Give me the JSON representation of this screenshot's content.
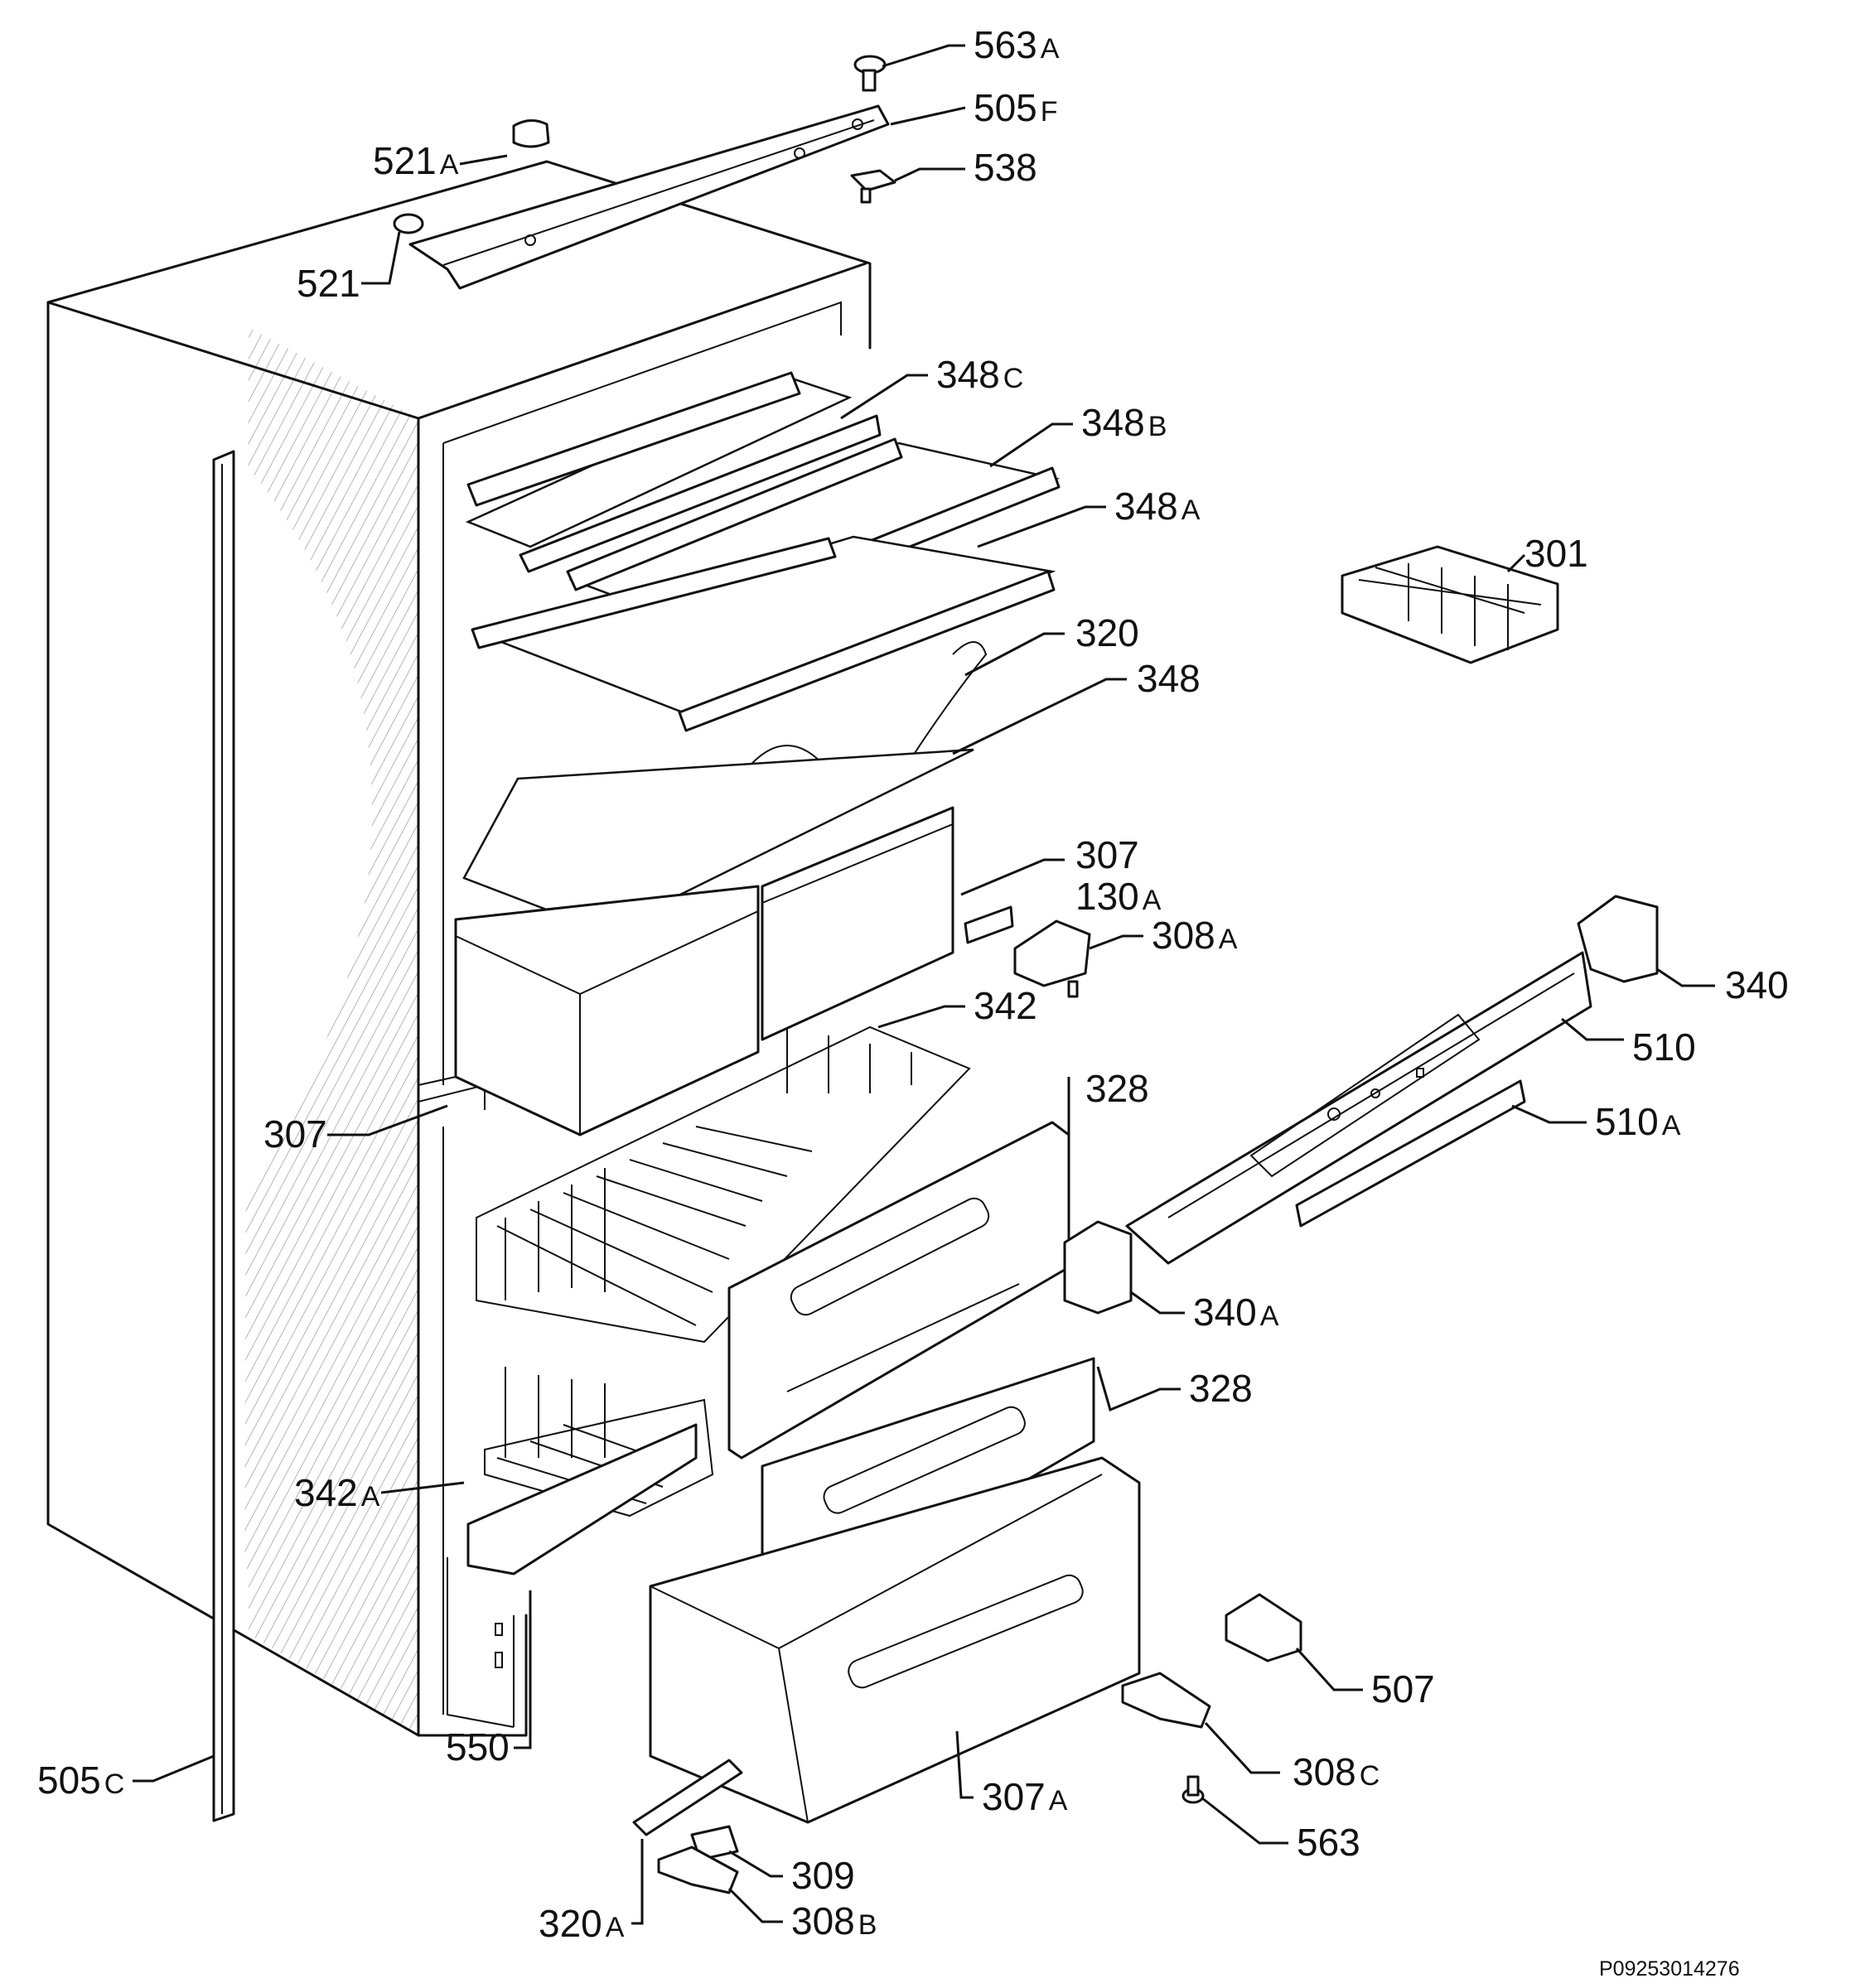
{
  "figure": {
    "reference_code": "P09253014276"
  },
  "callouts": [
    {
      "id": "563A",
      "number": "563",
      "suffix": "A"
    },
    {
      "id": "505F",
      "number": "505",
      "suffix": "F"
    },
    {
      "id": "521A",
      "number": "521",
      "suffix": "A"
    },
    {
      "id": "538",
      "number": "538",
      "suffix": ""
    },
    {
      "id": "521",
      "number": "521",
      "suffix": ""
    },
    {
      "id": "348C",
      "number": "348",
      "suffix": "C"
    },
    {
      "id": "348B",
      "number": "348",
      "suffix": "B"
    },
    {
      "id": "348A",
      "number": "348",
      "suffix": "A"
    },
    {
      "id": "301",
      "number": "301",
      "suffix": ""
    },
    {
      "id": "320",
      "number": "320",
      "suffix": ""
    },
    {
      "id": "348",
      "number": "348",
      "suffix": ""
    },
    {
      "id": "307-top",
      "number": "307",
      "suffix": ""
    },
    {
      "id": "130A",
      "number": "130",
      "suffix": "A"
    },
    {
      "id": "308A",
      "number": "308",
      "suffix": "A"
    },
    {
      "id": "340",
      "number": "340",
      "suffix": ""
    },
    {
      "id": "342",
      "number": "342",
      "suffix": ""
    },
    {
      "id": "510",
      "number": "510",
      "suffix": ""
    },
    {
      "id": "328-top",
      "number": "328",
      "suffix": ""
    },
    {
      "id": "510A",
      "number": "510",
      "suffix": "A"
    },
    {
      "id": "307-left",
      "number": "307",
      "suffix": ""
    },
    {
      "id": "340A",
      "number": "340",
      "suffix": "A"
    },
    {
      "id": "328-mid",
      "number": "328",
      "suffix": ""
    },
    {
      "id": "342A",
      "number": "342",
      "suffix": "A"
    },
    {
      "id": "507",
      "number": "507",
      "suffix": ""
    },
    {
      "id": "550",
      "number": "550",
      "suffix": ""
    },
    {
      "id": "505C",
      "number": "505",
      "suffix": "C"
    },
    {
      "id": "308C",
      "number": "308",
      "suffix": "C"
    },
    {
      "id": "307A",
      "number": "307",
      "suffix": "A"
    },
    {
      "id": "563",
      "number": "563",
      "suffix": ""
    },
    {
      "id": "309",
      "number": "309",
      "suffix": ""
    },
    {
      "id": "320A",
      "number": "320",
      "suffix": "A"
    },
    {
      "id": "308B",
      "number": "308",
      "suffix": "B"
    }
  ]
}
